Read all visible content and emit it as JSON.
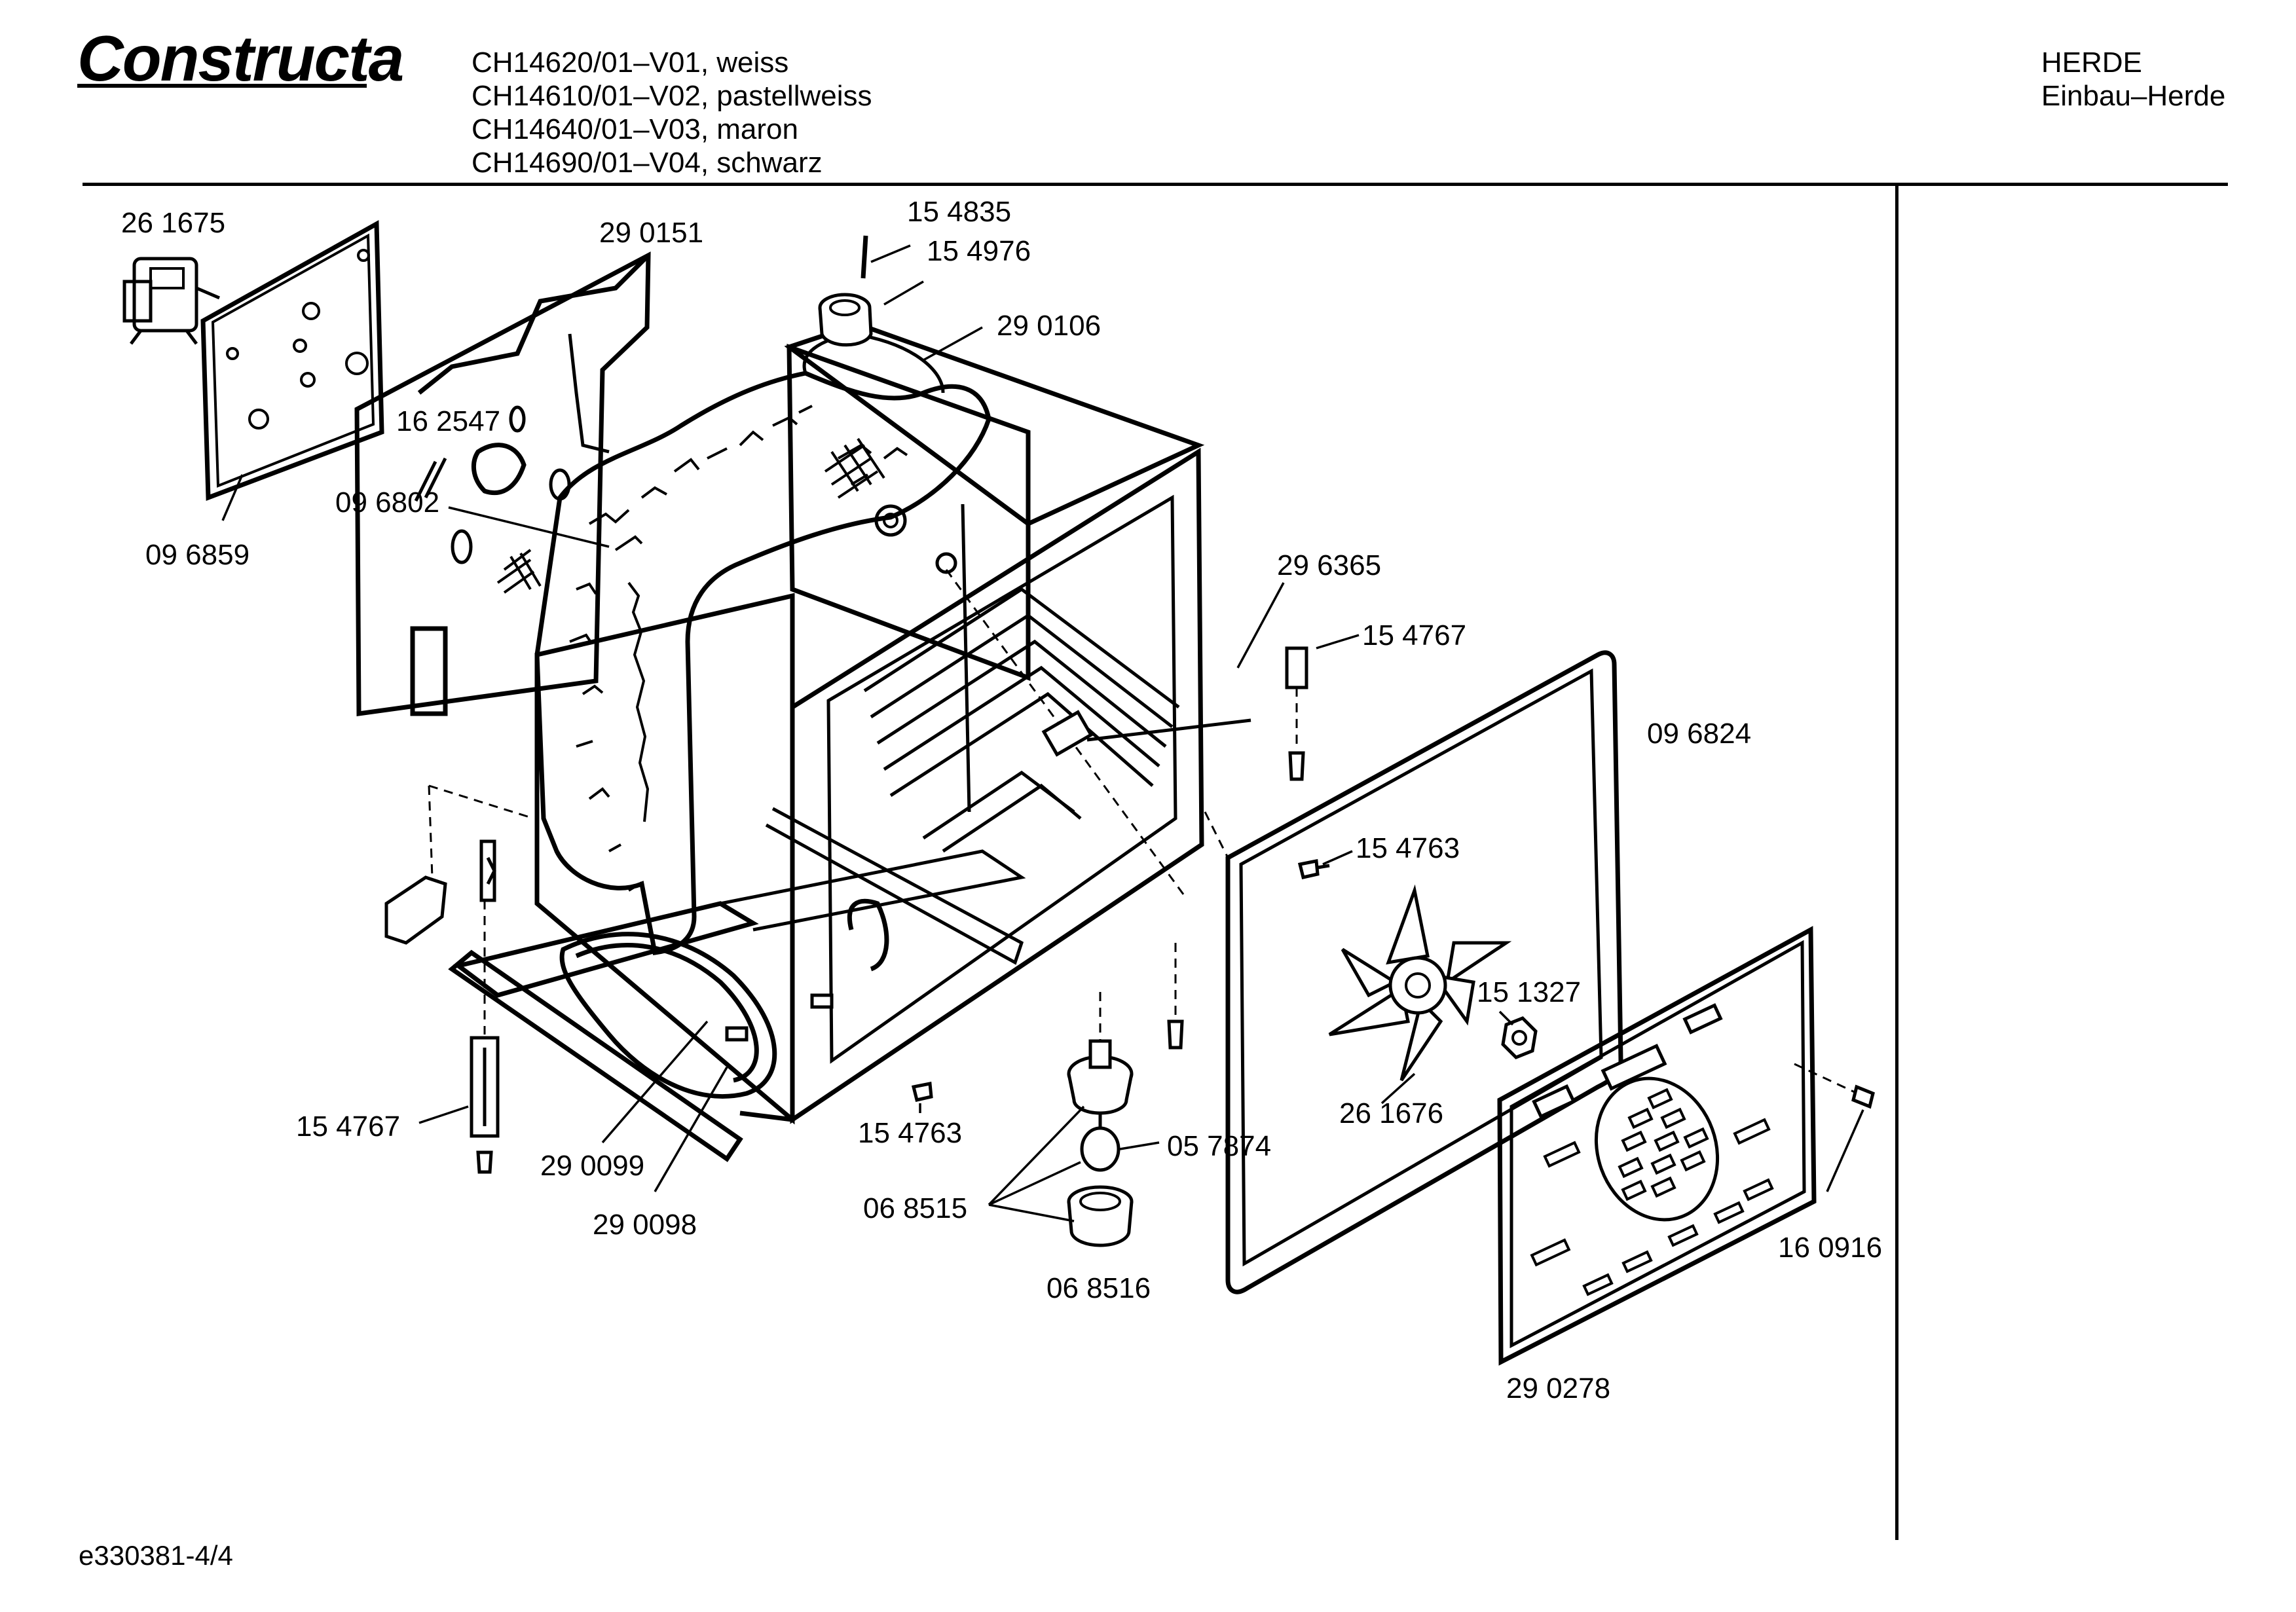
{
  "brand": "Constructa",
  "models": [
    "CH14620/01–V01, weiss",
    "CH14610/01–V02, pastellweiss",
    "CH14640/01–V03, maron",
    "CH14690/01–V04, schwarz"
  ],
  "category": {
    "line1": "HERDE",
    "line2": "Einbau–Herde"
  },
  "document_id": "e330381-4/4",
  "part_labels": [
    "26 1675",
    "29 0151",
    "15 4835",
    "15 4976",
    "29 0106",
    "16 2547",
    "09 6802",
    "09 6859",
    "29 6365",
    "15 4767",
    "09 6824",
    "15 4763",
    "15 1327",
    "26 1676",
    "05 7874",
    "06 8515",
    "06 8516",
    "15 4763",
    "15 4767",
    "29 0099",
    "29 0098",
    "16 0916",
    "29 0278"
  ]
}
